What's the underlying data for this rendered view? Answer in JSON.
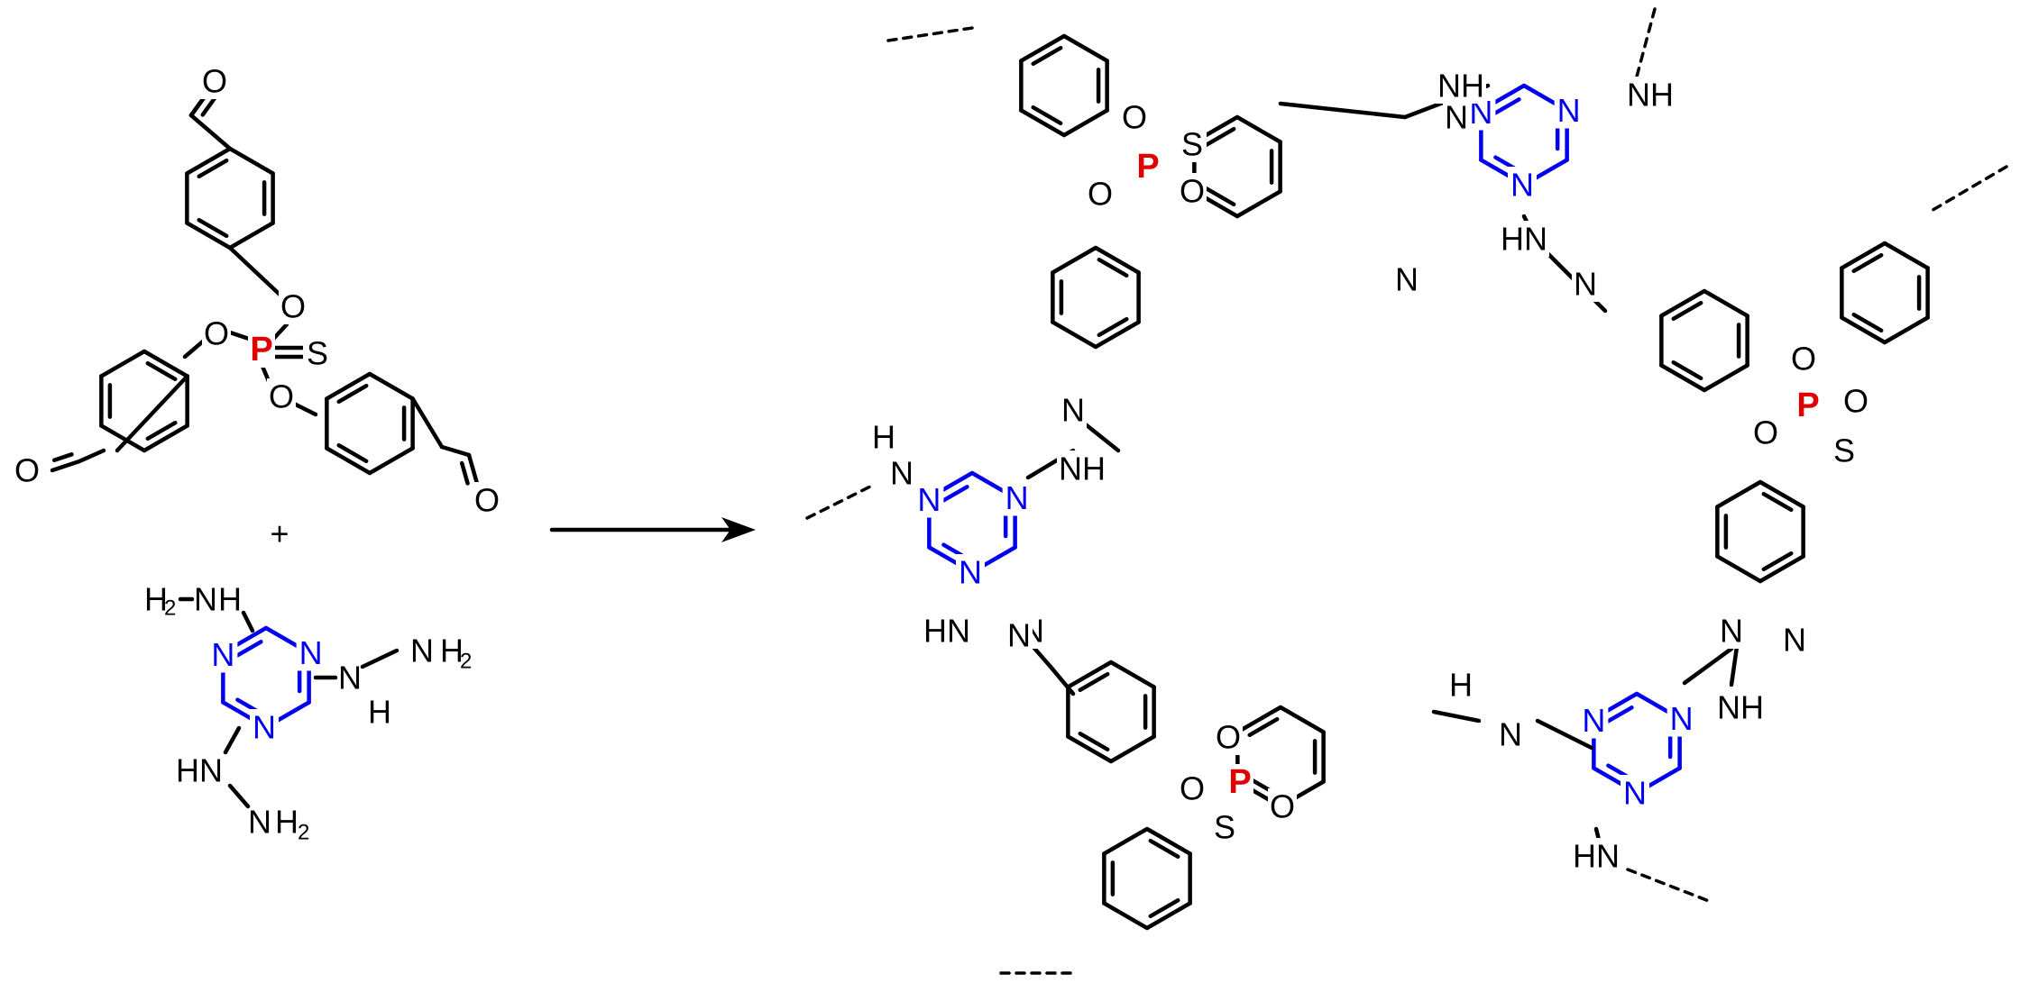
{
  "colors": {
    "bond": "#000000",
    "triazine": "#0000ee",
    "phosphorus": "#e00000"
  },
  "glyphs": {
    "O": "O",
    "S": "S",
    "P": "P",
    "N": "N",
    "NH": "NH",
    "HN": "HN",
    "H": "H",
    "N_part": "N",
    "H2": "H",
    "two": "2",
    "plus": "+"
  }
}
